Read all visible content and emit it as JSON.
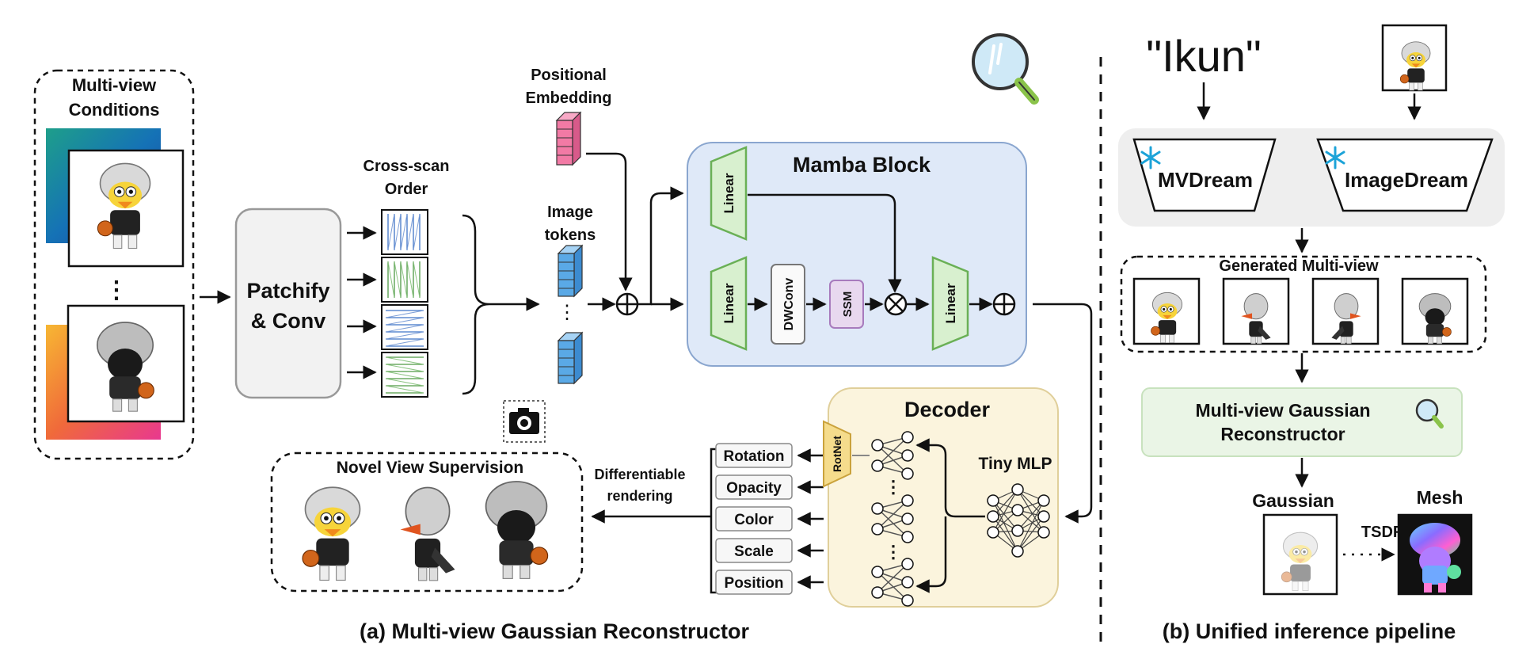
{
  "part_a": {
    "caption": "(a) Multi-view Gaussian Reconstructor",
    "conditions": {
      "line1": "Multi-view",
      "line2": "Conditions",
      "dots": "⋮"
    },
    "patchify": {
      "line1": "Patchify",
      "line2": "& Conv"
    },
    "cross_scan": {
      "line1": "Cross-scan",
      "line2": "Order"
    },
    "positional": {
      "line1": "Positional",
      "line2": "Embedding"
    },
    "image_tokens": {
      "line1": "Image",
      "line2": "tokens",
      "dots": "⋮"
    },
    "mamba": {
      "title": "Mamba Block",
      "linear": "Linear",
      "dwconv": "DWConv",
      "ssm": "SSM"
    },
    "decoder": {
      "title": "Decoder",
      "tiny_mlp": "Tiny MLP",
      "rotnet": "RotNet",
      "attributes": [
        "Rotation",
        "Opacity",
        "Color",
        "Scale",
        "Position"
      ]
    },
    "differentiable": {
      "line1": "Differentiable",
      "line2": "rendering"
    },
    "novel_view": {
      "title": "Novel View Supervision"
    }
  },
  "part_b": {
    "caption": "(b) Unified inference pipeline",
    "prompt_text": "\"Ikun\"",
    "mvdream": "MVDream",
    "imagedream": "ImageDream",
    "generated": "Generated Multi-view",
    "reconstructor": {
      "line1": "Multi-view Gaussian",
      "line2": "Reconstructor"
    },
    "gaussian": "Gaussian",
    "mesh": "Mesh",
    "tsdf": "TSDF"
  },
  "colors": {
    "mamba_fill": "#dfe9f8",
    "decoder_fill": "#fbf4dd",
    "linear_green": "#d8f0cf",
    "ssm_purple": "#e8d8ef",
    "token_blue": "#5aa9e6",
    "embed_pink": "#f27aa5",
    "recon_green": "#eaf5e6",
    "gray_panel": "#eeeeee"
  }
}
